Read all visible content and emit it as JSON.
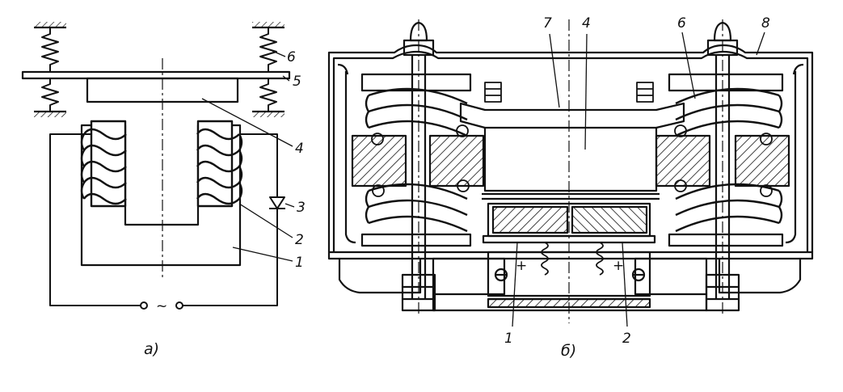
{
  "diagram_a": {
    "caption": "а)",
    "callouts": {
      "c6": "6",
      "c5": "5",
      "c4": "4",
      "c3": "3",
      "c2": "2",
      "c1": "1"
    },
    "supply_symbol": "~"
  },
  "diagram_b": {
    "caption": "б)",
    "callouts": {
      "c7": "7",
      "c4": "4",
      "c6": "6",
      "c8": "8",
      "c1": "1",
      "c2": "2"
    },
    "polarity_marks": [
      "+",
      "+"
    ]
  },
  "colors": {
    "ink": "#111111",
    "paper": "#ffffff"
  }
}
